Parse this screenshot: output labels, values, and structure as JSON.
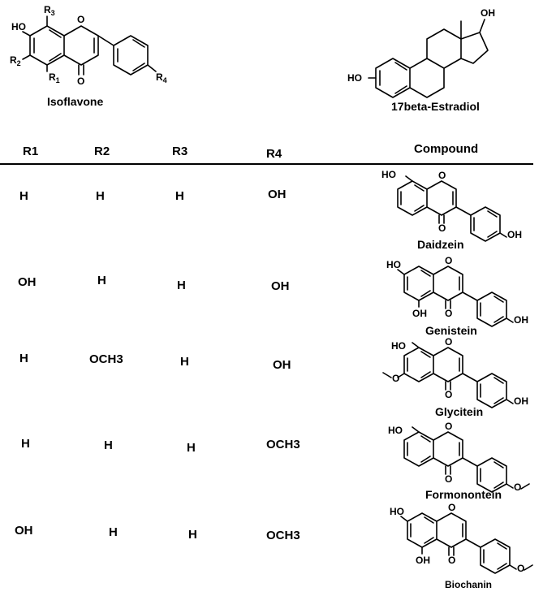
{
  "top": {
    "isoflavone_name": "Isoflavone",
    "estradiol_name": "17beta-Estradiol",
    "isoflavone_atoms": {
      "ho": "HO",
      "r1": "R",
      "r1sub": "1",
      "r2": "R",
      "r2sub": "2",
      "r3": "R",
      "r3sub": "3",
      "r4": "R",
      "r4sub": "4",
      "o_ring": "O",
      "o_keto": "O"
    },
    "estradiol_atoms": {
      "ho_a": "HO",
      "oh_d": "OH"
    }
  },
  "table": {
    "headers": [
      "R1",
      "R2",
      "R3",
      "R4",
      "Compound"
    ],
    "rows": [
      {
        "r1": "H",
        "r2": "H",
        "r3": "H",
        "r4": "OH",
        "compound": "Daidzein",
        "atoms": {
          "ho7": "HO",
          "ho5": "",
          "ring_o": "O",
          "keto_o": "O",
          "r6": "",
          "r4p": "OH"
        }
      },
      {
        "r1": "OH",
        "r2": "H",
        "r3": "H",
        "r4": "OH",
        "compound": "Genistein",
        "atoms": {
          "ho7": "HO",
          "ho5": "OH",
          "ring_o": "O",
          "keto_o": "O",
          "r6": "",
          "r4p": "OH"
        }
      },
      {
        "r1": "H",
        "r2": "OCH3",
        "r3": "H",
        "r4": "OH",
        "compound": "Glycitein",
        "atoms": {
          "ho7": "HO",
          "ho5": "",
          "ring_o": "O",
          "keto_o": "O",
          "r6": "O",
          "r4p": "OH"
        }
      },
      {
        "r1": "H",
        "r2": "H",
        "r3": "H",
        "r4": "OCH3",
        "compound": "Formonontein",
        "atoms": {
          "ho7": "HO",
          "ho5": "",
          "ring_o": "O",
          "keto_o": "O",
          "r6": "",
          "r4p": "O"
        }
      },
      {
        "r1": "OH",
        "r2": "H",
        "r3": "H",
        "r4": "OCH3",
        "compound": "Biochanin",
        "atoms": {
          "ho7": "HO",
          "ho5": "OH",
          "ring_o": "O",
          "keto_o": "O",
          "r6": "",
          "r4p": "O"
        }
      }
    ]
  }
}
